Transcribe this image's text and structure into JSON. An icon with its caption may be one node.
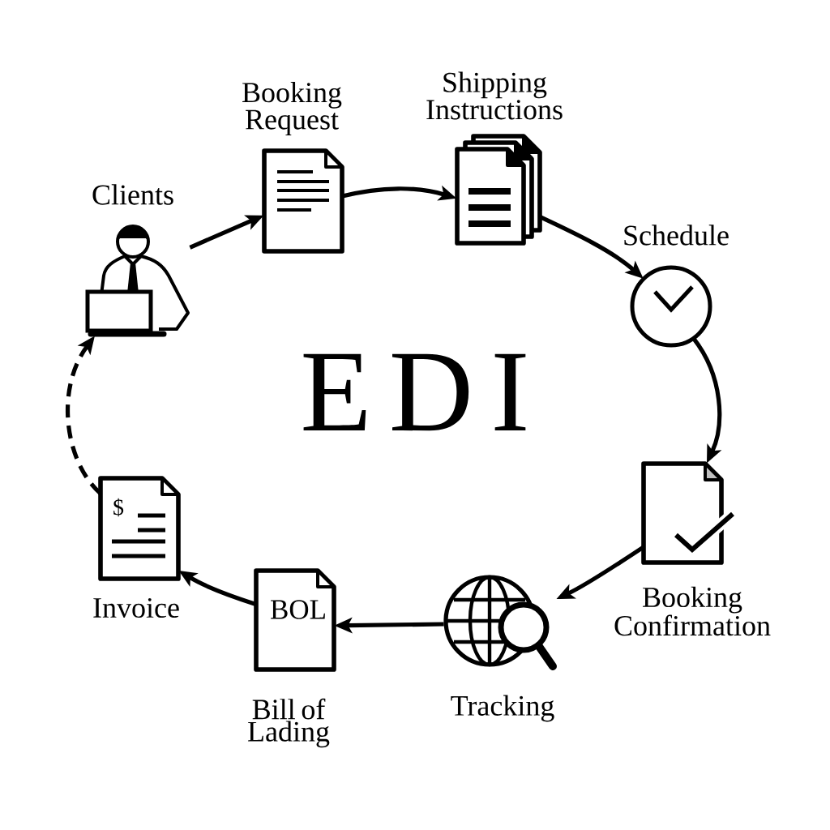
{
  "diagram": {
    "title": "EDI",
    "nodes": [
      {
        "text": [],
        "shape": "picture",
        "beside": [
          "Clients"
        ]
      },
      {
        "text": [],
        "shape": "picture",
        "beside": [
          "Booking Request"
        ]
      },
      {
        "text": [],
        "shape": "picture",
        "beside": [
          "Shipping Instructions"
        ]
      },
      {
        "text": [],
        "shape": "picture",
        "beside": [
          "Schedule"
        ]
      },
      {
        "text": [],
        "shape": "picture",
        "beside": [
          "Booking Confirmation"
        ]
      },
      {
        "text": [],
        "shape": "picture",
        "beside": [
          "Tracking"
        ]
      },
      {
        "text": [
          "BOL"
        ],
        "beside": [
          "Bill of Lading"
        ]
      },
      {
        "text": [
          "$"
        ],
        "beside": [
          "Invoice"
        ]
      }
    ],
    "edges": [
      {
        "from": 0,
        "to": 1,
        "arrow": "to"
      },
      {
        "from": 1,
        "to": 2,
        "arrow": "to"
      },
      {
        "from": 2,
        "to": 3,
        "arrow": "to"
      },
      {
        "from": 3,
        "to": 4,
        "arrow": "to"
      },
      {
        "from": 4,
        "to": 5,
        "arrow": "to"
      },
      {
        "from": 5,
        "to": 6,
        "arrow": "to"
      },
      {
        "from": 6,
        "to": 7,
        "arrow": "to"
      },
      {
        "from": 7,
        "to": 0,
        "arrow": "to",
        "style": "dashed"
      }
    ]
  }
}
